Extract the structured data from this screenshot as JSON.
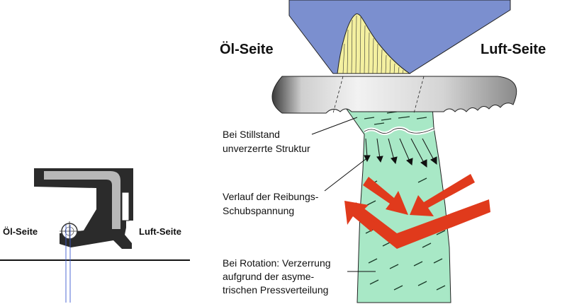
{
  "labels": {
    "oil_side": "Öl-Seite",
    "air_side": "Luft-Seite",
    "standstill_line1": "Bei Stillstand",
    "standstill_line2": "unverzerrte Struktur",
    "shear_line1": "Verlauf der Reibungs-",
    "shear_line2": "Schubspannung",
    "rotation_line1": "Bei Rotation: Verzerrung",
    "rotation_line2": "aufgrund der asyme-",
    "rotation_line3": "trischen Pressverteilung"
  },
  "colors": {
    "shaft_blue": "#7b8fcf",
    "pressure_yellow": "#f4f0a0",
    "rubber_green": "#a8e8c6",
    "arrow_red": "#e03a1c",
    "seal_dark": "#2b2b2b",
    "seal_insert": "#b8b8b8"
  }
}
